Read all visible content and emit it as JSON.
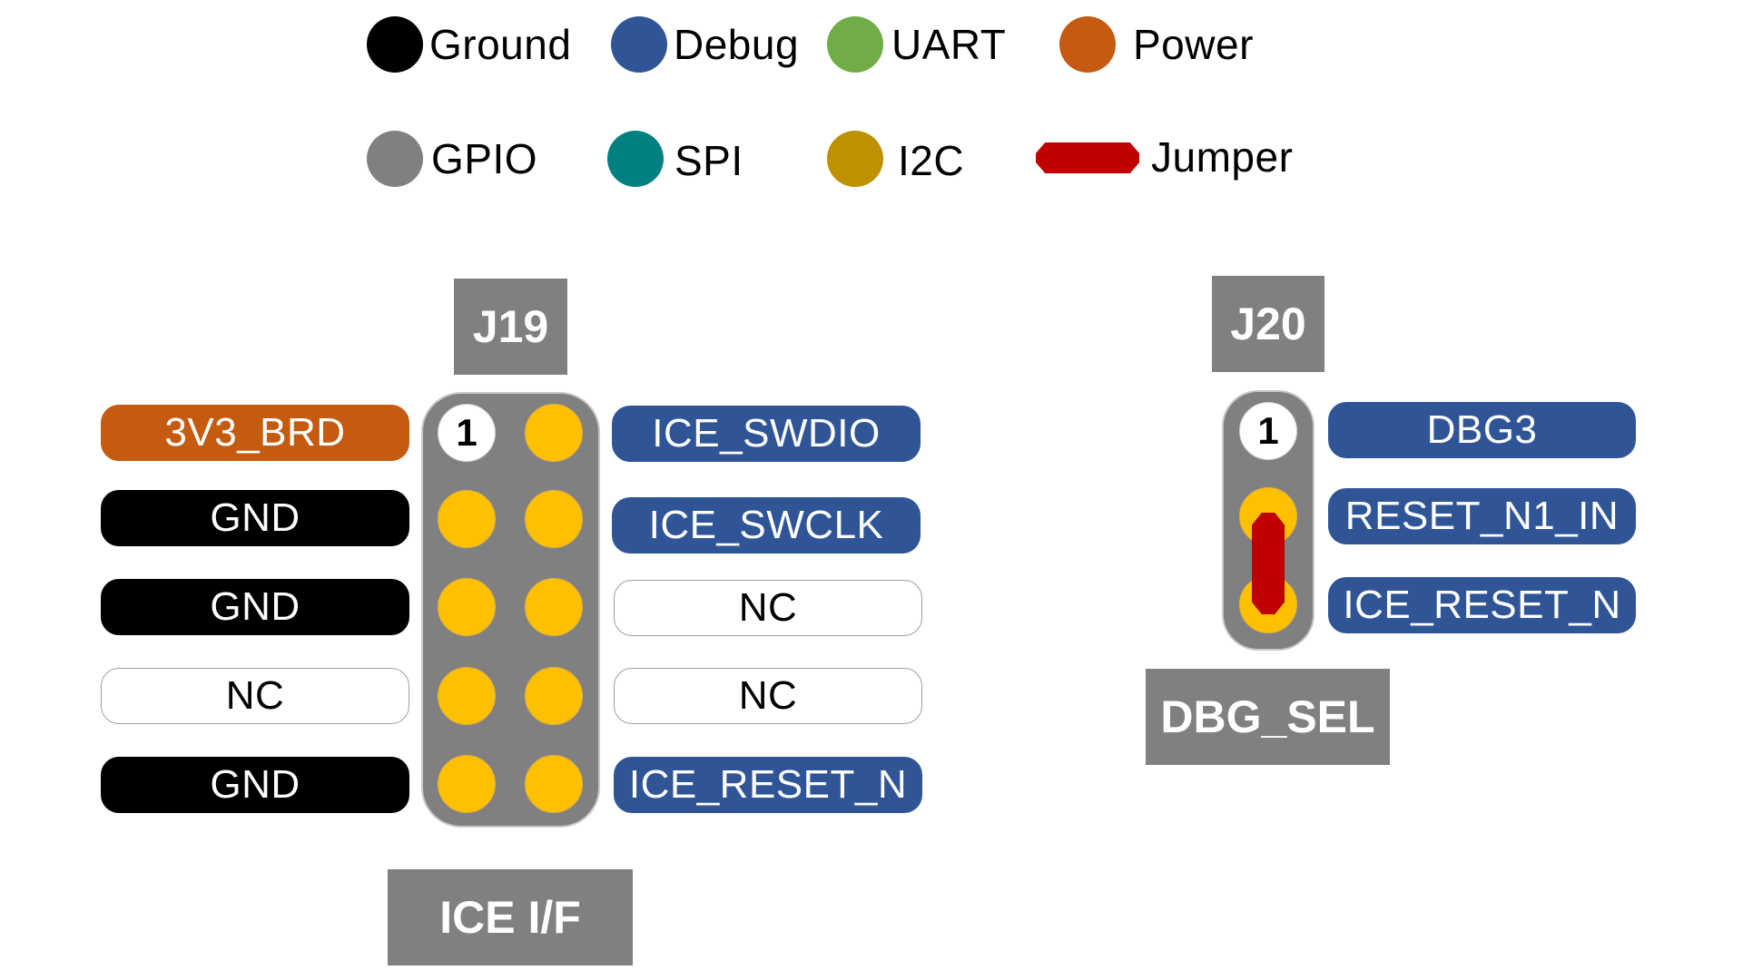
{
  "legend": {
    "items": [
      {
        "label": "Ground",
        "color": "#000000",
        "shape": "circle"
      },
      {
        "label": "Debug",
        "color": "#2f5597",
        "shape": "circle"
      },
      {
        "label": "UART",
        "color": "#70ad47",
        "shape": "circle"
      },
      {
        "label": "Power",
        "color": "#c55a11",
        "shape": "circle"
      },
      {
        "label": "GPIO",
        "color": "#808080",
        "shape": "circle"
      },
      {
        "label": "SPI",
        "color": "#008080",
        "shape": "circle"
      },
      {
        "label": "I2C",
        "color": "#bf9000",
        "shape": "circle"
      },
      {
        "label": "Jumper",
        "color": "#c00000",
        "shape": "jumper"
      }
    ]
  },
  "j19": {
    "title": "J19",
    "subtitle": "ICE I/F",
    "pin1_label": "1",
    "left": [
      {
        "label": "3V3_BRD",
        "type": "power"
      },
      {
        "label": "GND",
        "type": "ground"
      },
      {
        "label": "GND",
        "type": "ground"
      },
      {
        "label": "NC",
        "type": "nc"
      },
      {
        "label": "GND",
        "type": "ground"
      }
    ],
    "right": [
      {
        "label": "ICE_SWDIO",
        "type": "debug"
      },
      {
        "label": "ICE_SWCLK",
        "type": "debug"
      },
      {
        "label": "NC",
        "type": "nc"
      },
      {
        "label": "NC",
        "type": "nc"
      },
      {
        "label": "ICE_RESET_N",
        "type": "debug"
      }
    ]
  },
  "j20": {
    "title": "J20",
    "subtitle": "DBG_SEL",
    "pin1_label": "1",
    "right": [
      {
        "label": "DBG3",
        "type": "debug"
      },
      {
        "label": "RESET_N1_IN",
        "type": "debug"
      },
      {
        "label": "ICE_RESET_N",
        "type": "debug"
      }
    ],
    "jumper": "pins 2-3"
  },
  "colors": {
    "pin": "#ffc000",
    "header_box": "#808080",
    "jumper": "#c00000"
  }
}
